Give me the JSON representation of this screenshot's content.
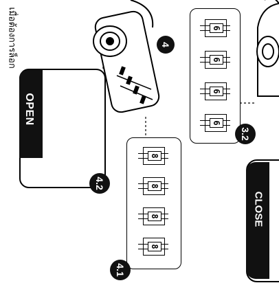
{
  "caption": "เมื่อต้องการล็อก",
  "panels": {
    "open_label": "OPEN",
    "close_label": "CLOSE"
  },
  "steps": {
    "step_4": "4",
    "step_4_1": "4.1",
    "step_4_2": "4.2",
    "step_3_2": "3.2"
  },
  "combination_digits": {
    "open_setting": [
      "8",
      "8",
      "8",
      "8"
    ],
    "current_setting": [
      "6",
      "6",
      "6",
      "6"
    ]
  }
}
